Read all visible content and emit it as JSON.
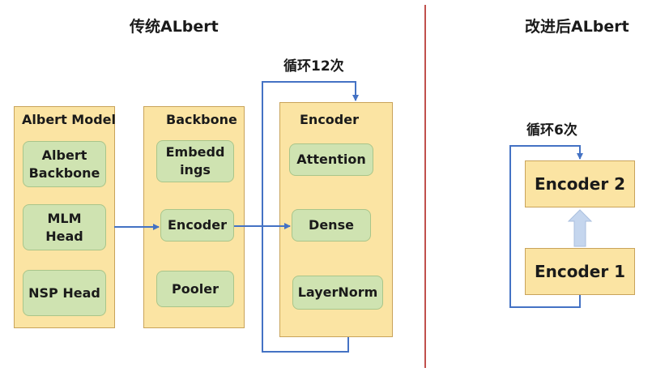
{
  "left": {
    "title": "传统ALbert",
    "loop_label": "循环12次",
    "albert_model": {
      "label": "Albert Model",
      "items": [
        "Albert\nBackbone",
        "MLM\nHead",
        "NSP Head"
      ]
    },
    "backbone": {
      "label": "Backbone",
      "items": [
        "Embedd\nings",
        "Encoder",
        "Pooler"
      ]
    },
    "encoder": {
      "label": "Encoder",
      "items": [
        "Attention",
        "Dense",
        "LayerNorm"
      ]
    }
  },
  "right": {
    "title": "改进后ALbert",
    "loop_label": "循环6次",
    "encoder_top": "Encoder 2",
    "encoder_bottom": "Encoder 1"
  },
  "colors": {
    "panel_fill": "#fbe4a3",
    "module_fill": "#cfe3b1",
    "arrow": "#4472c4",
    "divider": "#c0504d",
    "up_arrow": "#c5d6ee"
  }
}
